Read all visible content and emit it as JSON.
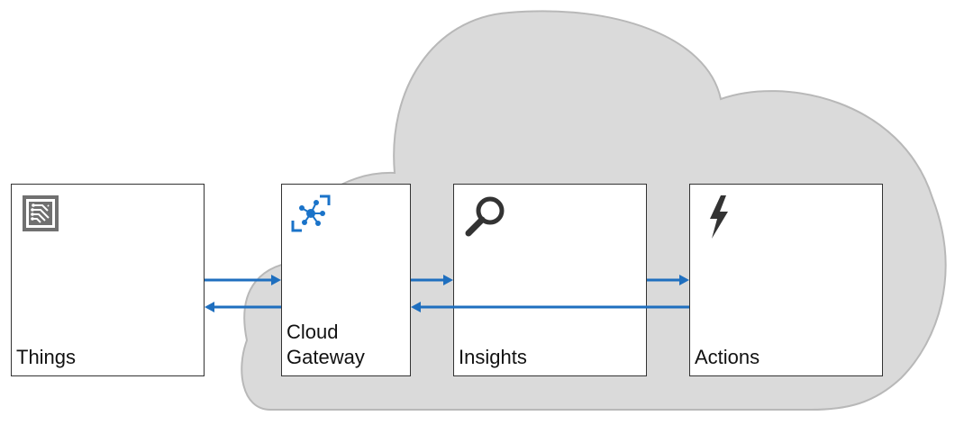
{
  "colors": {
    "cloud_fill": "#dadada",
    "cloud_stroke": "#b8b8b8",
    "arrow": "#1f6fbf",
    "box_border": "#333333",
    "icon_gray": "#707070",
    "icon_blue": "#1a73c9"
  },
  "nodes": {
    "things": {
      "label": "Things",
      "icon": "circuit-board-icon"
    },
    "gateway": {
      "label": "Cloud\nGateway",
      "icon": "iot-hub-icon"
    },
    "insights": {
      "label": "Insights",
      "icon": "magnifier-icon"
    },
    "actions": {
      "label": "Actions",
      "icon": "lightning-bolt-icon"
    }
  },
  "connections": [
    {
      "from": "things",
      "to": "gateway",
      "direction": "forward"
    },
    {
      "from": "gateway",
      "to": "things",
      "direction": "backward"
    },
    {
      "from": "gateway",
      "to": "insights",
      "direction": "forward"
    },
    {
      "from": "insights",
      "to": "actions",
      "direction": "forward"
    },
    {
      "from": "actions",
      "to": "gateway",
      "direction": "backward"
    }
  ]
}
